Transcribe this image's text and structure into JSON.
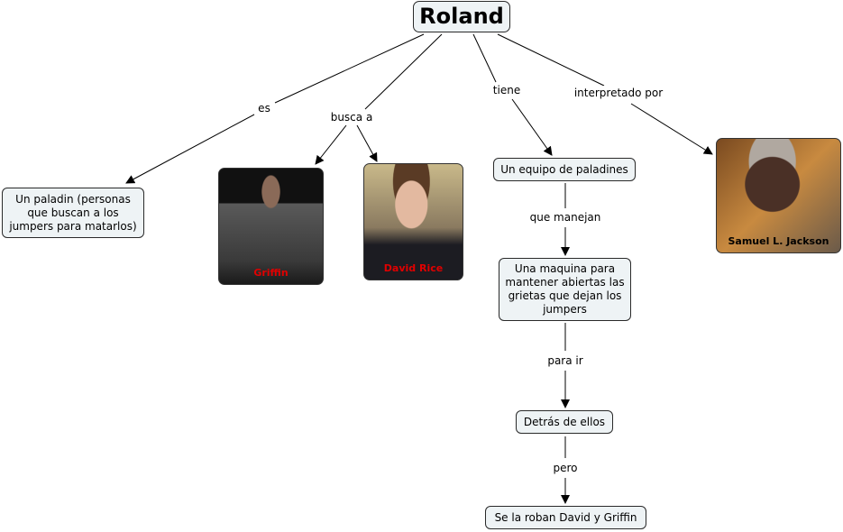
{
  "root": "Roland",
  "concepts": {
    "paladin": "Un paladin (personas que buscan a los jumpers para matarlos)",
    "equipo": "Un equipo de paladines",
    "maquina": "Una maquina para mantener abiertas las grietas que dejan los jumpers",
    "detras": "Detrás de ellos",
    "roban": "Se la roban David y Griffin"
  },
  "images": {
    "griffin": "Griffin",
    "david": "David Rice",
    "samuel": "Samuel L. Jackson"
  },
  "links": {
    "es": "es",
    "busca": "busca a",
    "tiene": "tiene",
    "interpretado": "interpretado por",
    "manejan": "que manejan",
    "para_ir": "para ir",
    "pero": "pero"
  },
  "colors": {
    "node_bg": "#eef3f5",
    "caption_red": "#e00000"
  }
}
